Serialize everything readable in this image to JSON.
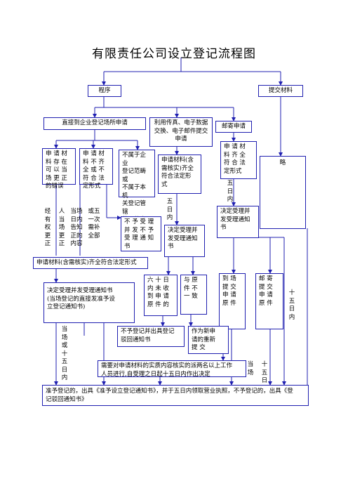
{
  "title": "有限责任公司设立登记流程图",
  "colors": {
    "line": "#1f1fb0",
    "text": "#000000",
    "background": "#ffffff"
  },
  "nodes": {
    "procedure": "程序",
    "submit_materials": "提交材料",
    "apply_direct": "直接到企业登记场所申请",
    "apply_fax": "利用传真、电子数据\n交换、电子邮件提交\n申请",
    "apply_mail": "邮寄申请",
    "omitted": "略",
    "materials_error": "申 请 材\n料 存 在\n可 以 当\n场 更 正\n的错误",
    "materials_incomplete": "申 请 材\n料 不 齐\n全 或 不\n符 合 法\n定形式",
    "not_in_scope": "不属于企业\n登记范畴或\n不属于本机\n关登记管辖\n范围的事项\n不予受理",
    "fax_materials_ok": "申请材料(含\n需核实)齐全\n符合法定形\n式",
    "mail_materials_ok": "申 请 材\n料 齐 全\n符 合 法\n定形式",
    "not_accepted_notice": "不 予 受 理\n并 发 不 予\n受 理 通 知\n书",
    "accept_decision_fax": "决定受理并\n发受理通知\n书",
    "accept_decision_mail": "决定受理并\n发受理通知\n书",
    "materials_complete_bar": "申请材料(含需核实)齐全符合法定形式",
    "accept_decision_direct": "决定受理并发受理通知书\n(当场登记的直接发准予设\n立登记通知书)",
    "no_original_60": "六 十 日\n内 未 收\n到 申 请\n原 件 的",
    "inconsistent": "与  原\n件  不\n一  致",
    "onsite_original": "到  场\n提  交\n申  请\n原  件",
    "mail_original": "邮  寄\n提  交\n申  请\n原  件",
    "not_register_notice": "不予登记并出具登记\n驳回通知书",
    "resubmit": "作为新申\n请的重新\n提      交",
    "verification": "需要对申请材料的实质内容核实的派两名以上工作\n人员进行,自受理之日起十五日内作出决定",
    "final_decision": "准予登记的，出具《准予设立登记通知书》，并于五日内领取营业执照，不予登记的，出具《登\n记驳回通知书》"
  },
  "labels": {
    "corrected_onsite": "经\n有\n权\n更\n正",
    "person_onsite": "人\n当\n场\n更\n正",
    "notify_onsite": "当场\n日内\n告知\n正的\n内容",
    "or_five": "或五\n一次\n需补\n全部",
    "five_days_fax": "五\n日\n内",
    "five_days_mail": "五\n日\n内",
    "fifteen_days": "十\n五\n日\n内",
    "onsite_or_fifteen": "当\n场\n或\n十\n五\n日\n内",
    "onsite": "当\n场",
    "fifteen_days_bottom": "十\n五\n日\n内"
  }
}
